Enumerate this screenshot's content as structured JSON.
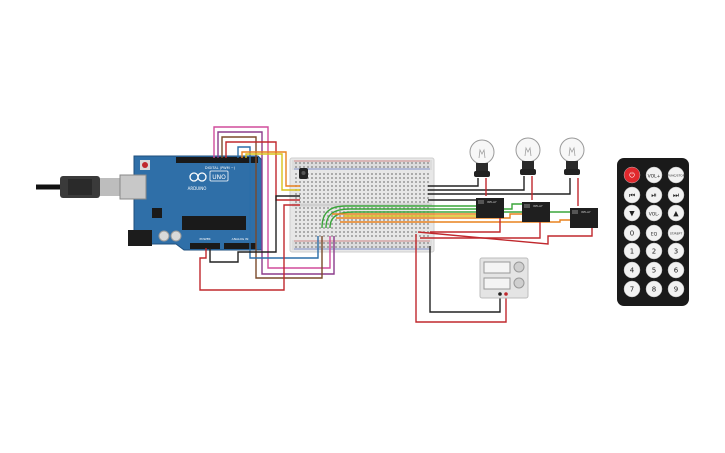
{
  "arduino": {
    "brand": "UNO",
    "model_text": "ARDUINO",
    "digital_label": "DIGITAL (PWM ~)",
    "power_label": "POWER",
    "analog_label": "ANALOG IN",
    "board_color": "#2f6fa8"
  },
  "relays": [
    {
      "label": "RELAY"
    },
    {
      "label": "RELAY"
    },
    {
      "label": "RELAY"
    }
  ],
  "remote": {
    "rows": [
      [
        {
          "label": "⏻",
          "icon": "power-icon"
        },
        {
          "label": "VOL+",
          "icon": ""
        },
        {
          "label": "FUNC/STOP",
          "icon": ""
        }
      ],
      [
        {
          "label": "⏮",
          "icon": "previous-icon"
        },
        {
          "label": "⏯",
          "icon": "play-pause-icon"
        },
        {
          "label": "⏭",
          "icon": "next-icon"
        }
      ],
      [
        {
          "label": "▼",
          "icon": "down-icon"
        },
        {
          "label": "VOL-",
          "icon": ""
        },
        {
          "label": "▲",
          "icon": "up-icon"
        }
      ],
      [
        {
          "label": "0",
          "icon": ""
        },
        {
          "label": "EQ",
          "icon": ""
        },
        {
          "label": "ST/REPT",
          "icon": ""
        }
      ],
      [
        {
          "label": "1",
          "icon": ""
        },
        {
          "label": "2",
          "icon": ""
        },
        {
          "label": "3",
          "icon": ""
        }
      ],
      [
        {
          "label": "4",
          "icon": ""
        },
        {
          "label": "5",
          "icon": ""
        },
        {
          "label": "6",
          "icon": ""
        }
      ],
      [
        {
          "label": "7",
          "icon": ""
        },
        {
          "label": "8",
          "icon": ""
        },
        {
          "label": "9",
          "icon": ""
        }
      ]
    ]
  },
  "colors": {
    "wire_red": "#c0282d",
    "wire_black": "#222222",
    "wire_green": "#3aa53a",
    "wire_orange": "#e8821e",
    "wire_yellow": "#d8c21a",
    "wire_purple": "#8c3c8c",
    "wire_pink": "#d04c9c",
    "wire_blue": "#2c6ea8",
    "wire_brown": "#7a4a2a"
  }
}
